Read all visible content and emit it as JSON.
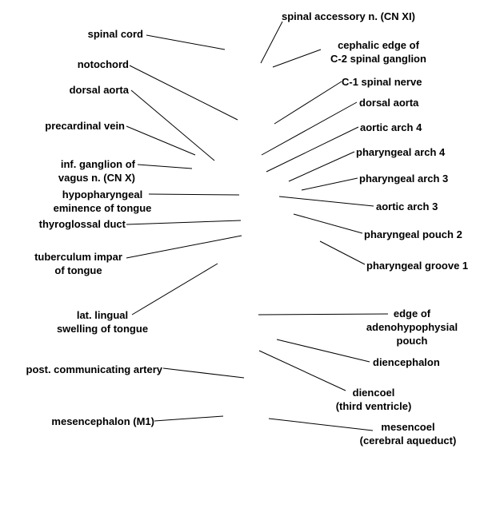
{
  "labels": {
    "spinal_cord": "spinal cord",
    "notochord": "notochord",
    "dorsal_aorta_left": "dorsal aorta",
    "precardinal_vein": "precardinal vein",
    "inf_ganglion_vagus": "inf. ganglion of\nvagus n. (CN X)",
    "hypopharyngeal_eminence": "hypopharyngeal\neminence of tongue",
    "thyroglossal_duct": "thyroglossal duct",
    "tuberculum_impar": "tuberculum impar\nof tongue",
    "lat_lingual_swelling": "lat. lingual\nswelling of tongue",
    "post_communicating_artery": "post. communicating artery",
    "mesencephalon": "mesencephalon (M1)",
    "spinal_accessory_nerve": "spinal accessory n. (CN XI)",
    "cephalic_edge_c2": "cephalic edge of\nC-2 spinal ganglion",
    "c1_spinal_nerve": "C-1 spinal nerve",
    "dorsal_aorta_right": "dorsal aorta",
    "aortic_arch_4": "aortic arch 4",
    "pharyngeal_arch_4": "pharyngeal arch 4",
    "pharyngeal_arch_3": "pharyngeal arch 3",
    "aortic_arch_3": "aortic arch 3",
    "pharyngeal_pouch_2": "pharyngeal pouch 2",
    "pharyngeal_groove_1": "pharyngeal groove 1",
    "edge_adenohypophysial_pouch": "edge of\nadenohypophysial\npouch",
    "diencephalon": "diencephalon",
    "diencoel": "diencoel\n(third ventricle)",
    "mesencoel": "mesencoel\n(cerebral aqueduct)"
  }
}
